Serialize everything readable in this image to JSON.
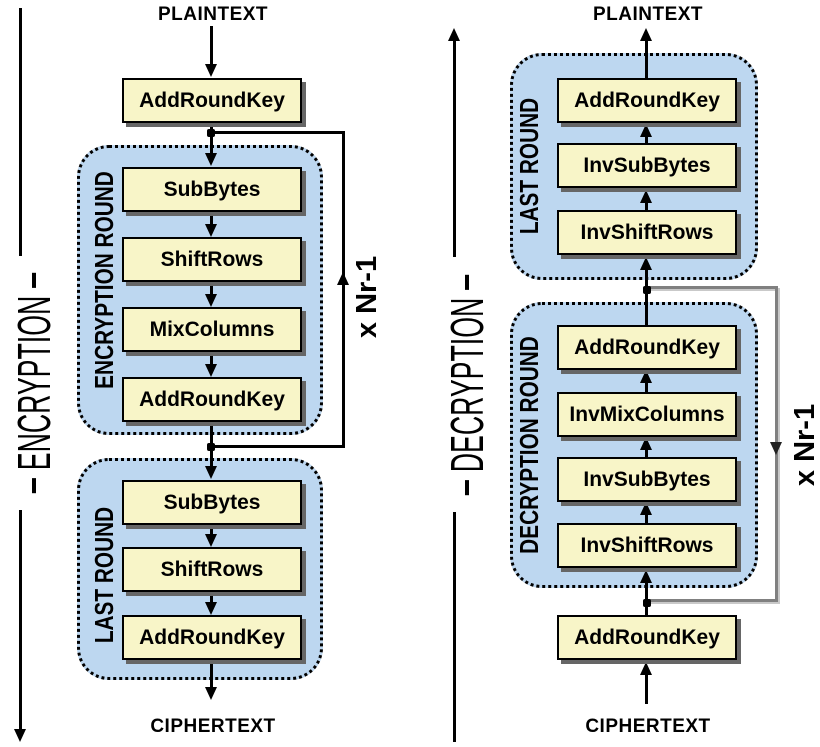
{
  "left": {
    "flow_label": "ENCRYPTION",
    "input_label": "PLAINTEXT",
    "output_label": "CIPHERTEXT",
    "initial_box": "AddRoundKey",
    "main_round": {
      "label": "ENCRYPTION ROUND",
      "boxes": [
        "SubBytes",
        "ShiftRows",
        "MixColumns",
        "AddRoundKey"
      ]
    },
    "loop_label": "x Nr-1",
    "last_round": {
      "label": "LAST ROUND",
      "boxes": [
        "SubBytes",
        "ShiftRows",
        "AddRoundKey"
      ]
    }
  },
  "right": {
    "flow_label": "DECRYPTION",
    "input_label": "PLAINTEXT",
    "output_label": "CIPHERTEXT",
    "last_round": {
      "label": "LAST ROUND",
      "boxes": [
        "AddRoundKey",
        "InvSubBytes",
        "InvShiftRows"
      ]
    },
    "main_round": {
      "label": "DECRYPTION ROUND",
      "boxes": [
        "AddRoundKey",
        "InvMixColumns",
        "InvSubBytes",
        "InvShiftRows"
      ]
    },
    "loop_label": "x Nr-1",
    "final_box": "AddRoundKey"
  },
  "colors": {
    "process_box_fill": "#F8F5C8",
    "round_group_fill": "#BDD7F0",
    "line": "#000000",
    "loop_line_right": "#808080",
    "box_shadow": "#666666"
  }
}
